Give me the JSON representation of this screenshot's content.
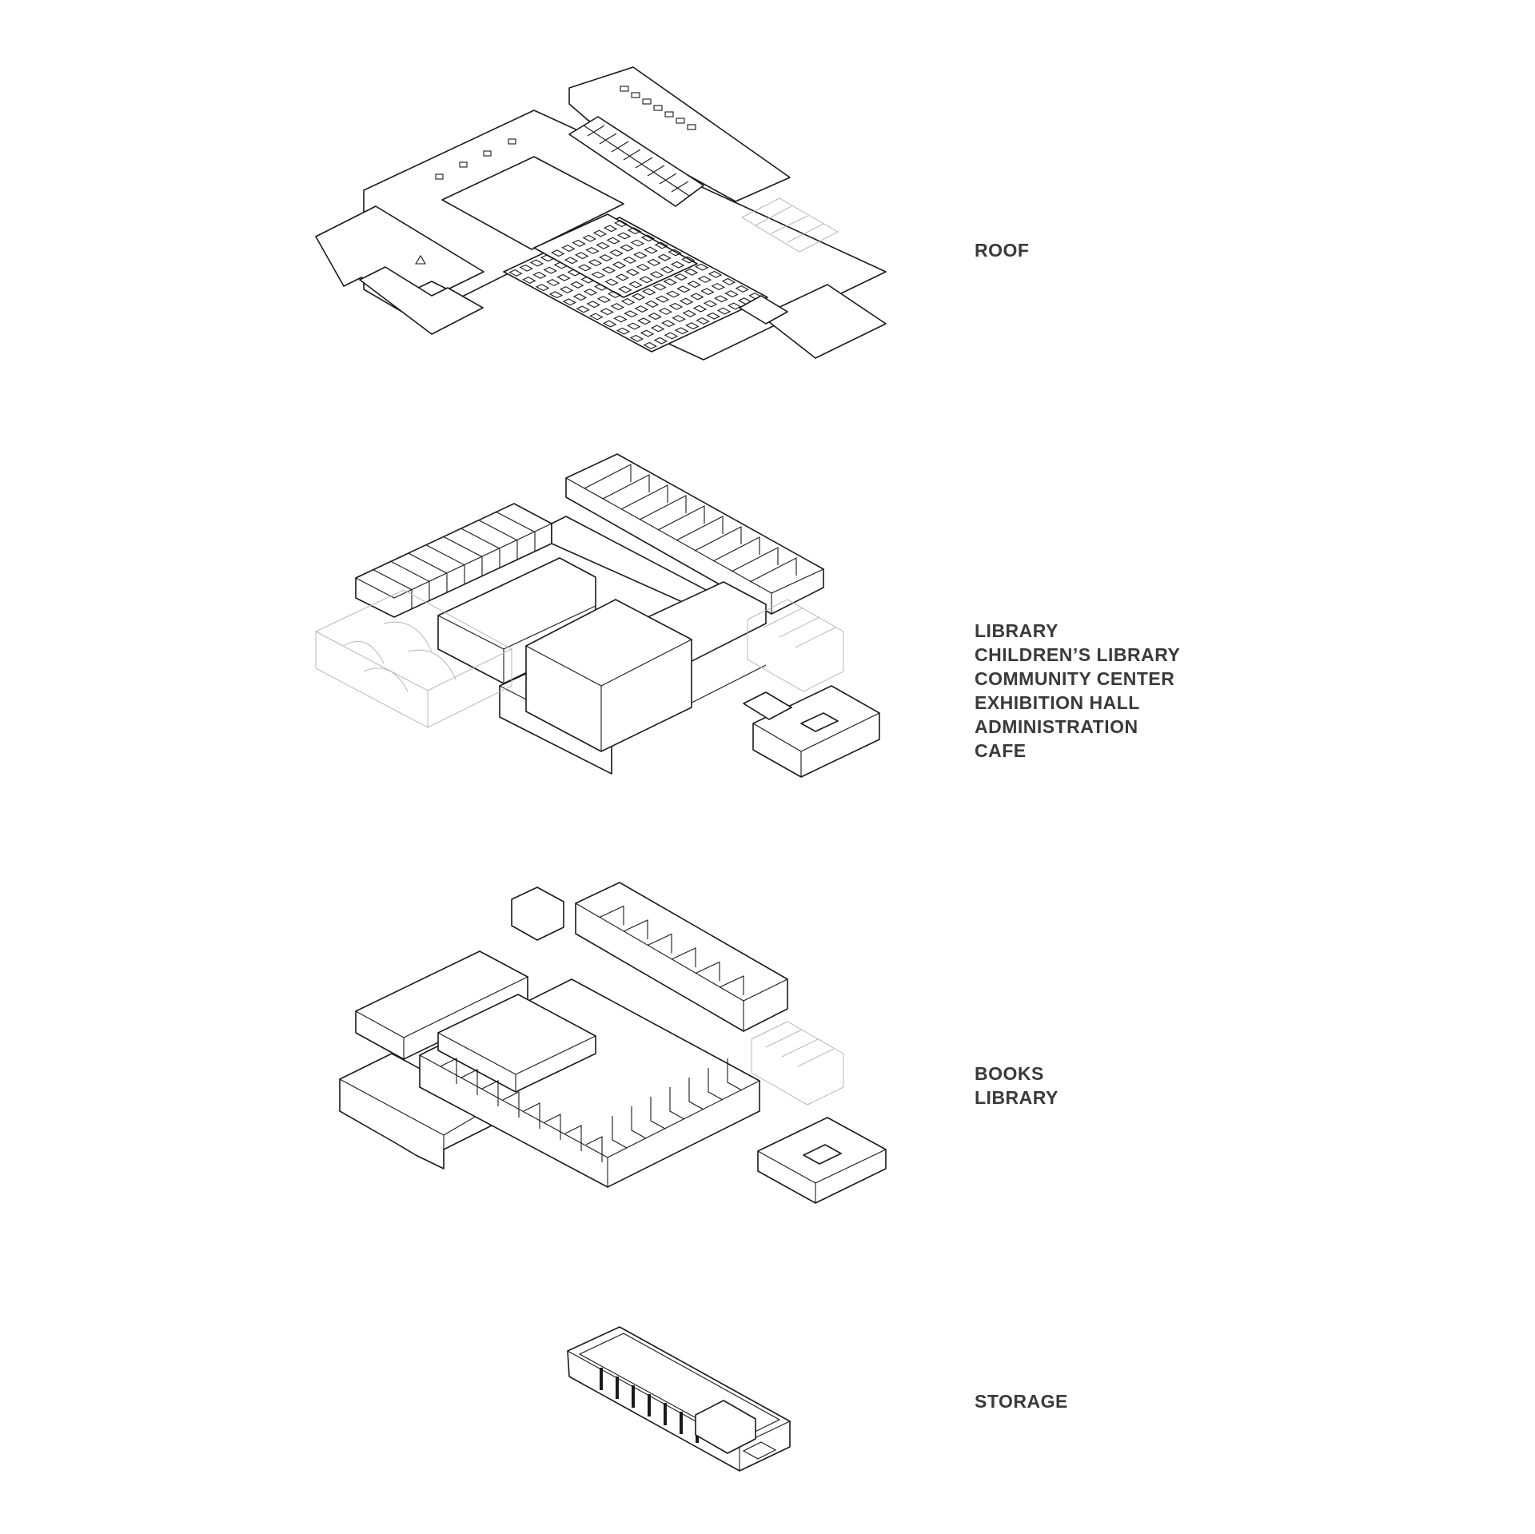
{
  "levels": [
    {
      "id": "roof",
      "labels": [
        "ROOF"
      ]
    },
    {
      "id": "ground",
      "labels": [
        "LIBRARY",
        "CHILDREN’S LIBRARY",
        "COMMUNITY CENTER",
        "EXHIBITION HALL",
        "ADMINISTRATION",
        "CAFE"
      ]
    },
    {
      "id": "basement",
      "labels": [
        "BOOKS",
        "LIBRARY"
      ]
    },
    {
      "id": "storage",
      "labels": [
        "STORAGE"
      ]
    }
  ],
  "colors": {
    "ink": "#1a1a1a",
    "label": "#3a3a3a",
    "faint": "#b8b8b8",
    "background": "#ffffff"
  }
}
